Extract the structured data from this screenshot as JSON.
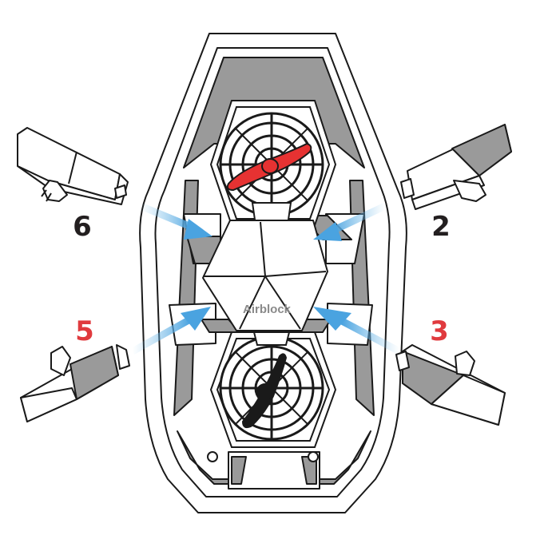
{
  "brand_label": "Airblock",
  "module_labels": {
    "top_left": "6",
    "top_right": "2",
    "bottom_left": "5",
    "bottom_right": "3"
  },
  "colors": {
    "label_dark": "#231f20",
    "label_red": "#e03a3e",
    "propeller_top": "#e63232",
    "propeller_bottom": "#1a1a1a",
    "arrow": "#7cc0ea",
    "body_shade": "#9a9a9a",
    "outline": "#1a1a1a"
  }
}
